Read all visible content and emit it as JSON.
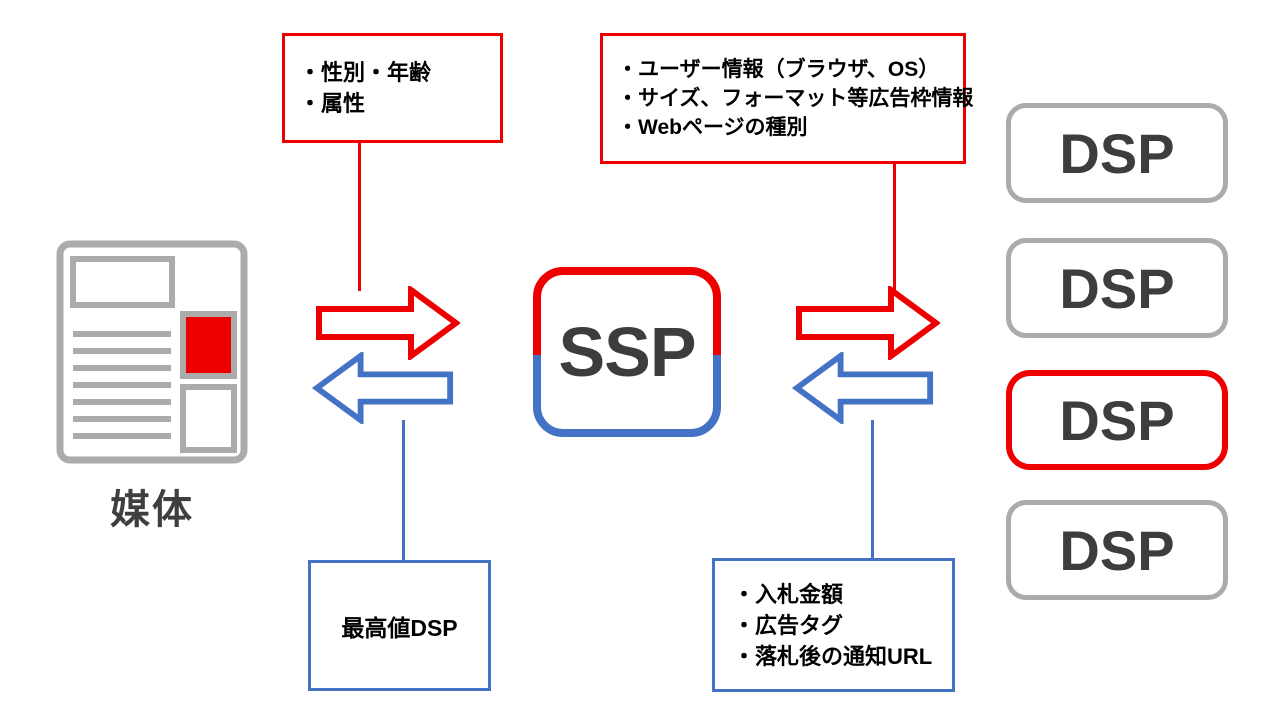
{
  "colors": {
    "red": "#ee0000",
    "blue": "#4472c4",
    "gray": "#ababab",
    "dark": "#3d3d3d"
  },
  "media": {
    "label": "媒体"
  },
  "ssp": {
    "label": "SSP"
  },
  "dsp": {
    "highlighted_index": 2,
    "items": [
      {
        "label": "DSP"
      },
      {
        "label": "DSP"
      },
      {
        "label": "DSP"
      },
      {
        "label": "DSP"
      }
    ]
  },
  "boxes": {
    "top_left": {
      "lines": [
        "・性別・年齢",
        "・属性"
      ]
    },
    "top_right": {
      "lines": [
        "・ユーザー情報（ブラウザ、OS）",
        "・サイズ、フォーマット等広告枠情報",
        "・Webページの種別"
      ]
    },
    "bottom_left": {
      "label": "最高値DSP"
    },
    "bottom_right": {
      "lines": [
        "・入札金額",
        "・広告タグ",
        "・落札後の通知URL"
      ]
    }
  }
}
